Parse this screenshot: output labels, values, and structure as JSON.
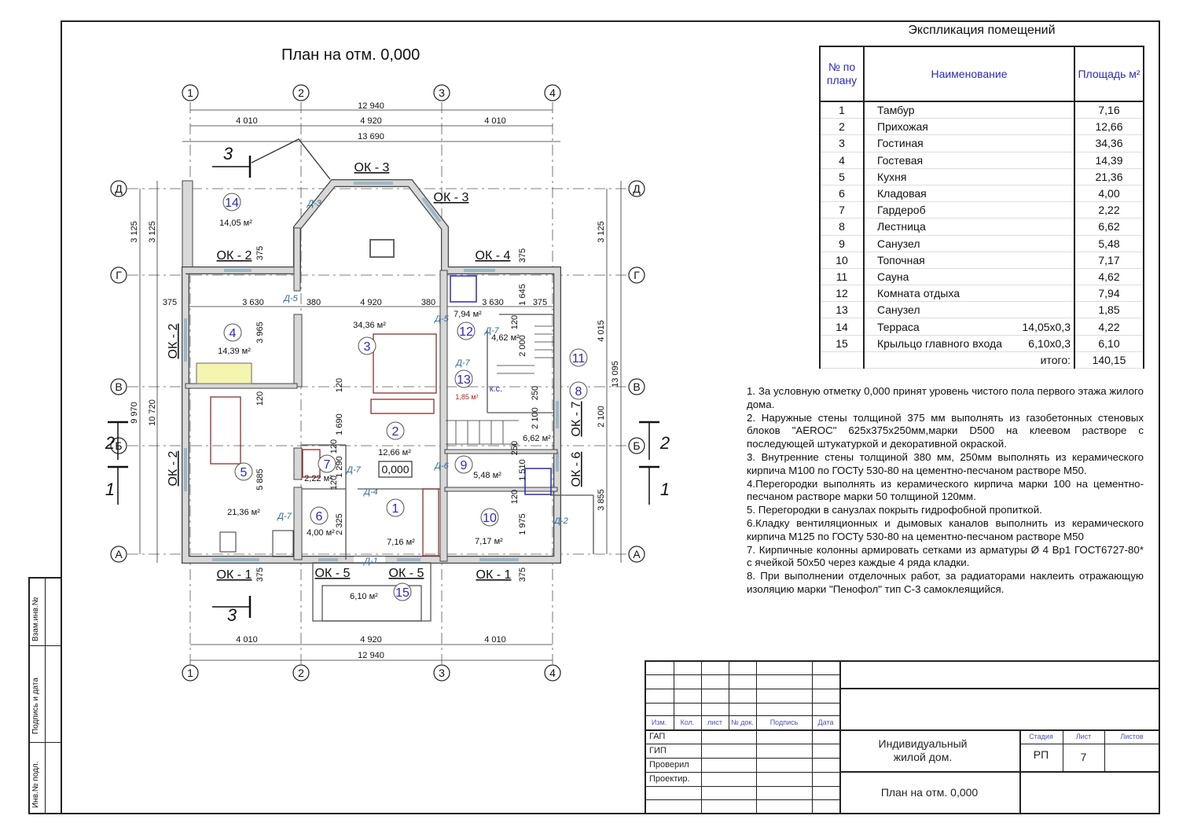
{
  "plan": {
    "title": "План на отм. 0,000",
    "axes_cols": [
      "1",
      "2",
      "3",
      "4"
    ],
    "axes_rows": [
      "Д",
      "Г",
      "В",
      "Б",
      "А"
    ],
    "dims_top": {
      "overall": "12 940",
      "spans": [
        "4 010",
        "4 920",
        "4 010"
      ],
      "outer": "13 690"
    },
    "dims_bottom": {
      "spans": [
        "4 010",
        "4 920",
        "4 010"
      ],
      "overall": "12 940"
    },
    "dims_left": [
      "3 125",
      "9 970",
      "3 125",
      "10 720"
    ],
    "dims_right": [
      "3 125",
      "4 015",
      "2 100",
      "3 855",
      "13 095"
    ],
    "dims_inner_h": [
      "375",
      "3 630",
      "380",
      "4 920",
      "380",
      "3 630",
      "375"
    ],
    "dims_inner_v": [
      "375",
      "3 965",
      "120",
      "5 885",
      "375",
      "120",
      "1 690",
      "120",
      "1 290",
      "120",
      "2 325",
      "375",
      "1 645",
      "120",
      "2 000",
      "250",
      "2 100",
      "250",
      "1 510",
      "120",
      "1 975",
      "375"
    ],
    "rooms": [
      {
        "num": "1",
        "area": "7,16 м²"
      },
      {
        "num": "2",
        "area": "12,66 м²"
      },
      {
        "num": "3",
        "area": "34,36 м²"
      },
      {
        "num": "4",
        "area": "14,39 м²"
      },
      {
        "num": "5",
        "area": "21,36 м²"
      },
      {
        "num": "6",
        "area": "4,00 м²"
      },
      {
        "num": "7",
        "area": "2,22 м²"
      },
      {
        "num": "8",
        "area": "6,62 м²"
      },
      {
        "num": "9",
        "area": "5,48 м²"
      },
      {
        "num": "10",
        "area": "7,17 м²"
      },
      {
        "num": "11",
        "area": "4,62 м²"
      },
      {
        "num": "12",
        "area": "7,94 м²"
      },
      {
        "num": "13",
        "area": "1,85 м²"
      },
      {
        "num": "14",
        "area": "14,05 м²"
      },
      {
        "num": "15",
        "area": "6,10 м²"
      }
    ],
    "windows": [
      "ОК - 3",
      "ОК - 3",
      "ОК - 2",
      "ОК - 4",
      "ОК - 2",
      "ОК - 2",
      "ОК - 7",
      "ОК - 6",
      "ОК - 1",
      "ОК - 1",
      "ОК - 5",
      "ОК - 5"
    ],
    "doors": [
      "Д-3",
      "Д-5",
      "Д-5",
      "Д-7",
      "Д-7",
      "Д-7",
      "Д-7",
      "Д-6",
      "Д-4",
      "Д-1",
      "Д-2"
    ],
    "sections": [
      "3",
      "3",
      "2",
      "1",
      "2",
      "1"
    ],
    "elevation": "0,000",
    "vent_label": "к.с."
  },
  "explication": {
    "title": "Экспликация помещений",
    "headers": {
      "num": "№ по плану",
      "name": "Наименование",
      "area": "Площадь м²"
    },
    "rows": [
      {
        "num": "1",
        "name": "Тамбур",
        "extra": "",
        "area": "7,16"
      },
      {
        "num": "2",
        "name": "Прихожая",
        "extra": "",
        "area": "12,66"
      },
      {
        "num": "3",
        "name": "Гостиная",
        "extra": "",
        "area": "34,36"
      },
      {
        "num": "4",
        "name": "Гостевая",
        "extra": "",
        "area": "14,39"
      },
      {
        "num": "5",
        "name": "Кухня",
        "extra": "",
        "area": "21,36"
      },
      {
        "num": "6",
        "name": "Кладовая",
        "extra": "",
        "area": "4,00"
      },
      {
        "num": "7",
        "name": "Гардероб",
        "extra": "",
        "area": "2,22"
      },
      {
        "num": "8",
        "name": "Лестница",
        "extra": "",
        "area": "6,62"
      },
      {
        "num": "9",
        "name": "Санузел",
        "extra": "",
        "area": "5,48"
      },
      {
        "num": "10",
        "name": "Топочная",
        "extra": "",
        "area": "7,17"
      },
      {
        "num": "11",
        "name": "Сауна",
        "extra": "",
        "area": "4,62"
      },
      {
        "num": "12",
        "name": "Комната отдыха",
        "extra": "",
        "area": "7,94"
      },
      {
        "num": "13",
        "name": "Санузел",
        "extra": "",
        "area": "1,85"
      },
      {
        "num": "14",
        "name": "Терраса",
        "extra": "14,05x0,3",
        "area": "4,22"
      },
      {
        "num": "15",
        "name": "Крыльцо главного входа",
        "extra": "6,10x0,3",
        "area": "6,10"
      }
    ],
    "total_label": "итого:",
    "total": "140,15"
  },
  "notes": [
    "1.  За условную отметку 0,000 принят уровень чистого пола первого этажа жилого дома.",
    "2.  Наружные стены толщиной 375 мм выполнять из газобетонных стеновых блоков \"AEROC\" 625x375x250мм,марки D500  на клеевом растворе с последующей штукатуркой и декоративной окраской.",
    "3.  Внутренние стены толщиной 380 мм, 250мм  выполнять из керамического кирпича М100 по ГОСТу 530-80 на цементно-песчаном растворе М50.",
    "4.Перегородки выполнять из керамического кирпича марки 100  на цементно-песчаном растворе марки 50 толщиной  120мм.",
    "5. Перегородки в санузлах  покрыть гидрофобной пропиткой.",
    "6.Кладку вентиляционных и дымовых  каналов выполнить из керамического кирпича М125 по ГОСТу 530-80 на цементно-песчаном растворе М50",
    "7.  Кирпичные колонны армировать сетками из арматуры Ø 4 Вр1 ГОСТ6727-80* с ячейкой 50x50  через каждые 4 ряда кладки.",
    "8. При выполнении отделочных работ, за радиаторами  наклеить отражающую  изоляцию  марки  \"Пенофол\"  тип  С-3 самоклеящийся."
  ],
  "title_block": {
    "col_headers": [
      "Изм.",
      "Кол.",
      "лист",
      "№ док.",
      "Подпись",
      "Дата"
    ],
    "roles": [
      "ГАП",
      "ГИП",
      "Проверил",
      "Проектир."
    ],
    "project": "Индивидуальный жилой дом.",
    "sheet_title": "План на отм. 0,000",
    "stage_label": "Стадия",
    "sheet_label": "Лист",
    "sheets_label": "Листов",
    "stage": "РП",
    "sheet": "7"
  },
  "side_stamp": [
    "Взам.инв.№",
    "Подпись и дата",
    "Инв.№ подл."
  ],
  "colors": {
    "blue": "#2a2ab8",
    "red": "#c02020",
    "wall": "#d8d8d8"
  }
}
